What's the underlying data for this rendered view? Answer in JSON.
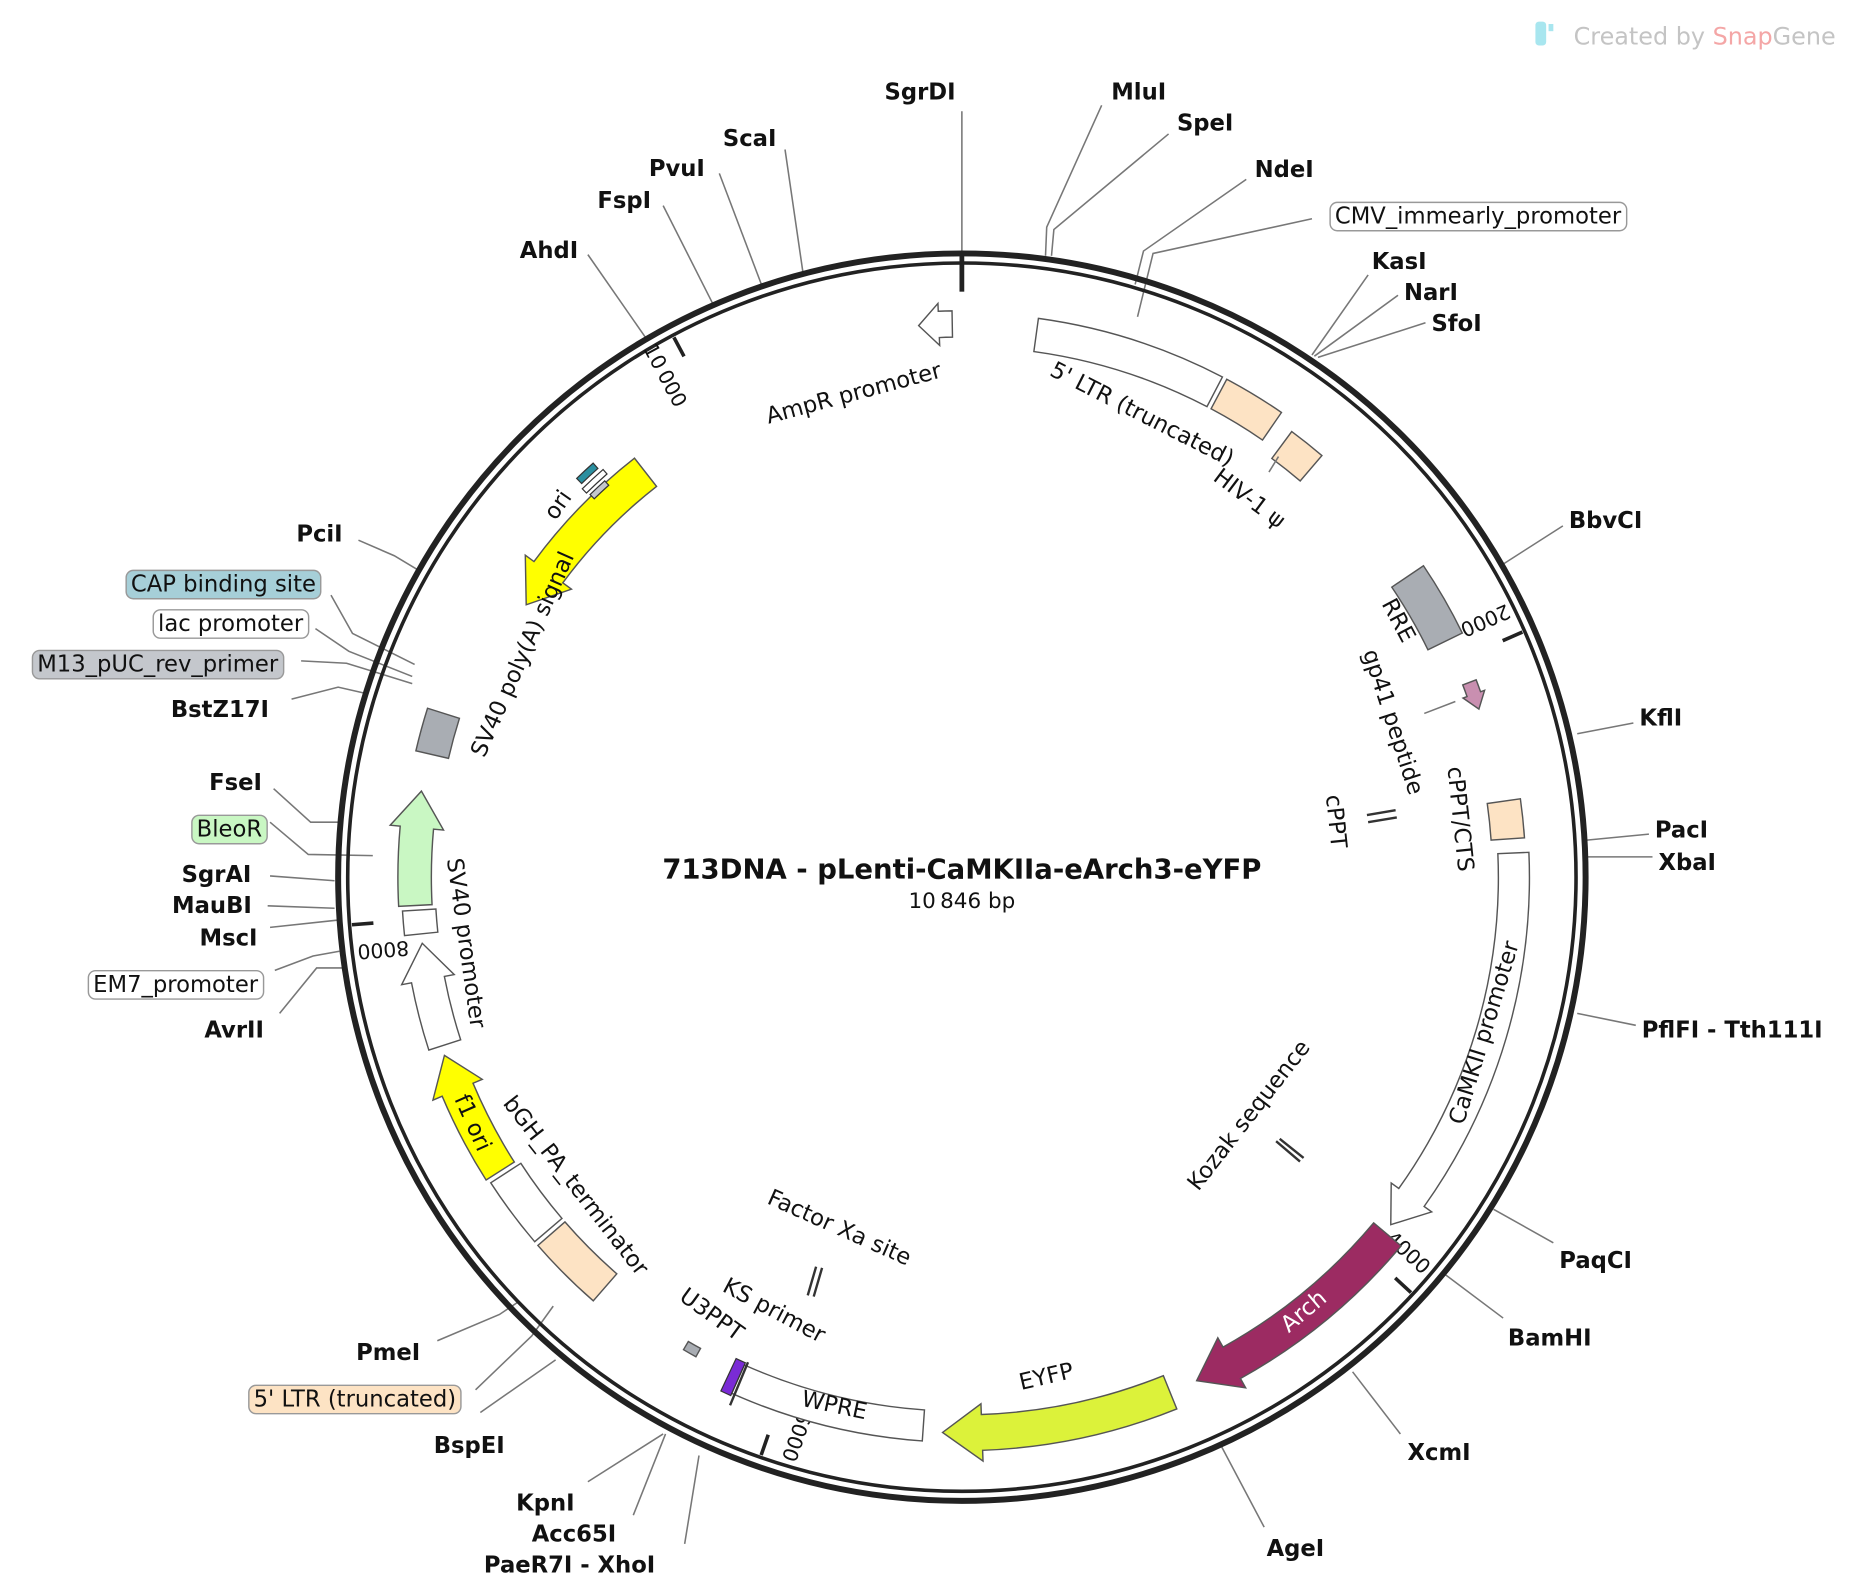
{
  "watermark": {
    "prefix": "Created by",
    "brand1": "Snap",
    "brand2": "Gene"
  },
  "title": "713DNA - pLenti-CaMKIIa-eArch3-eYFP",
  "length_label": "10 846 bp",
  "length_bp": 10846,
  "ticks": [
    {
      "bp": 2000,
      "label": "2000"
    },
    {
      "bp": 4000,
      "label": "4000"
    },
    {
      "bp": 6000,
      "label": "6000"
    },
    {
      "bp": 8000,
      "label": "8000"
    },
    {
      "bp": 10000,
      "label": "10 000"
    }
  ],
  "enzymes": [
    {
      "label": "SgrDI"
    },
    {
      "label": "MluI"
    },
    {
      "label": "SpeI"
    },
    {
      "label": "NdeI"
    },
    {
      "label": "CMV_immearly_promoter",
      "boxed": true,
      "color": "#ffffff"
    },
    {
      "label": "KasI"
    },
    {
      "label": "NarI"
    },
    {
      "label": "SfoI"
    },
    {
      "label": "BbvCI"
    },
    {
      "label": "KflI"
    },
    {
      "label": "PacI"
    },
    {
      "label": "XbaI"
    },
    {
      "label": "PflFI - Tth111I"
    },
    {
      "label": "PaqCI"
    },
    {
      "label": "BamHI"
    },
    {
      "label": "XcmI"
    },
    {
      "label": "AgeI"
    },
    {
      "label": "PaeR7I - XhoI"
    },
    {
      "label": "Acc65I"
    },
    {
      "label": "KpnI"
    },
    {
      "label": "BspEI"
    },
    {
      "label": "5' LTR (truncated)",
      "boxed": true,
      "color": "#fde3c4"
    },
    {
      "label": "PmeI"
    },
    {
      "label": "AvrII"
    },
    {
      "label": "EM7_promoter",
      "boxed": true,
      "color": "#ffffff"
    },
    {
      "label": "MscI"
    },
    {
      "label": "MauBI"
    },
    {
      "label": "SgrAI"
    },
    {
      "label": "BleoR",
      "boxed": true,
      "color": "#c9f7c3"
    },
    {
      "label": "FseI"
    },
    {
      "label": "BstZ17I"
    },
    {
      "label": "M13_pUC_rev_primer",
      "boxed": true,
      "color": "#c4c7cc"
    },
    {
      "label": "lac promoter",
      "boxed": true,
      "color": "#ffffff"
    },
    {
      "label": "CAP binding site",
      "boxed": true,
      "color": "#a6cfd8"
    },
    {
      "label": "PciI"
    },
    {
      "label": "AhdI"
    },
    {
      "label": "FspI"
    },
    {
      "label": "PvuI"
    },
    {
      "label": "ScaI"
    }
  ],
  "features": [
    {
      "label": "5' LTR (truncated)",
      "start": 235,
      "end": 829,
      "color": "#ffffff",
      "direction": 0
    },
    {
      "label": "",
      "start": 844,
      "end": 1040,
      "color": "#fde3c4",
      "direction": 0
    },
    {
      "label": "HIV-1 ψ",
      "start": 1100,
      "end": 1220,
      "color": "#fde3c4",
      "direction": 0
    },
    {
      "label": "RRE",
      "start": 1687,
      "end": 1928,
      "color": "#a9adb3",
      "direction": 0
    },
    {
      "label": "gp41 peptide",
      "start": 2079,
      "end": 2169,
      "color": "#c98fb0",
      "direction": 1
    },
    {
      "label": "cPPT/CTS",
      "start": 2471,
      "end": 2591,
      "color": "#fde3c4",
      "direction": 0
    },
    {
      "label": "CaMKII promoter",
      "start": 2636,
      "end": 3887,
      "color": "#ffffff",
      "direction": 1
    },
    {
      "label": "Arch",
      "start": 3917,
      "end": 4670,
      "color": "#9c2b62",
      "direction": 1
    },
    {
      "label": "EYFP",
      "start": 4760,
      "end": 5483,
      "color": "#dcf23a",
      "direction": 1
    },
    {
      "label": "WPRE",
      "start": 5544,
      "end": 6147,
      "color": "#ffffff",
      "direction": 0
    },
    {
      "label": "U3PPT",
      "start": 6297,
      "end": 6342,
      "color": "#a9adb3",
      "direction": 0
    },
    {
      "label": "",
      "start": 6659,
      "end": 6900,
      "color": "#fde3c4",
      "direction": 0
    },
    {
      "label": "bGH_PA_terminator",
      "start": 6915,
      "end": 7141,
      "color": "#ffffff",
      "direction": 0
    },
    {
      "label": "f1 ori",
      "start": 7156,
      "end": 7562,
      "color": "#ffff00",
      "direction": 1
    },
    {
      "label": "SV40 promoter",
      "start": 7593,
      "end": 7924,
      "color": "#ffffff",
      "direction": 1
    },
    {
      "label": "",
      "start": 7954,
      "end": 8030,
      "color": "#ffffff",
      "direction": 0
    },
    {
      "label": "",
      "start": 8045,
      "end": 8407,
      "color": "#c9f7c3",
      "direction": 1
    },
    {
      "label": "SV40 poly(A) signal",
      "start": 8527,
      "end": 8663,
      "color": "#a9adb3",
      "direction": 0
    },
    {
      "label": "ori",
      "start": 9099,
      "end": 9701,
      "color": "#ffff00",
      "direction": -1
    },
    {
      "label": "AmpR promoter",
      "start": 10711,
      "end": 10816,
      "color": "#ffffff",
      "direction": -1
    }
  ],
  "small_features": [
    {
      "label": "cPPT"
    },
    {
      "label": "Kozak sequence"
    },
    {
      "label": "Factor Xa site"
    },
    {
      "label": "KS primer"
    }
  ],
  "colors": {
    "ring": "#222222",
    "line": "#777777",
    "brand_red": "#f4a6a6",
    "brand_gray": "#c4c4c4",
    "brand_icon": "#a8e6ef"
  }
}
